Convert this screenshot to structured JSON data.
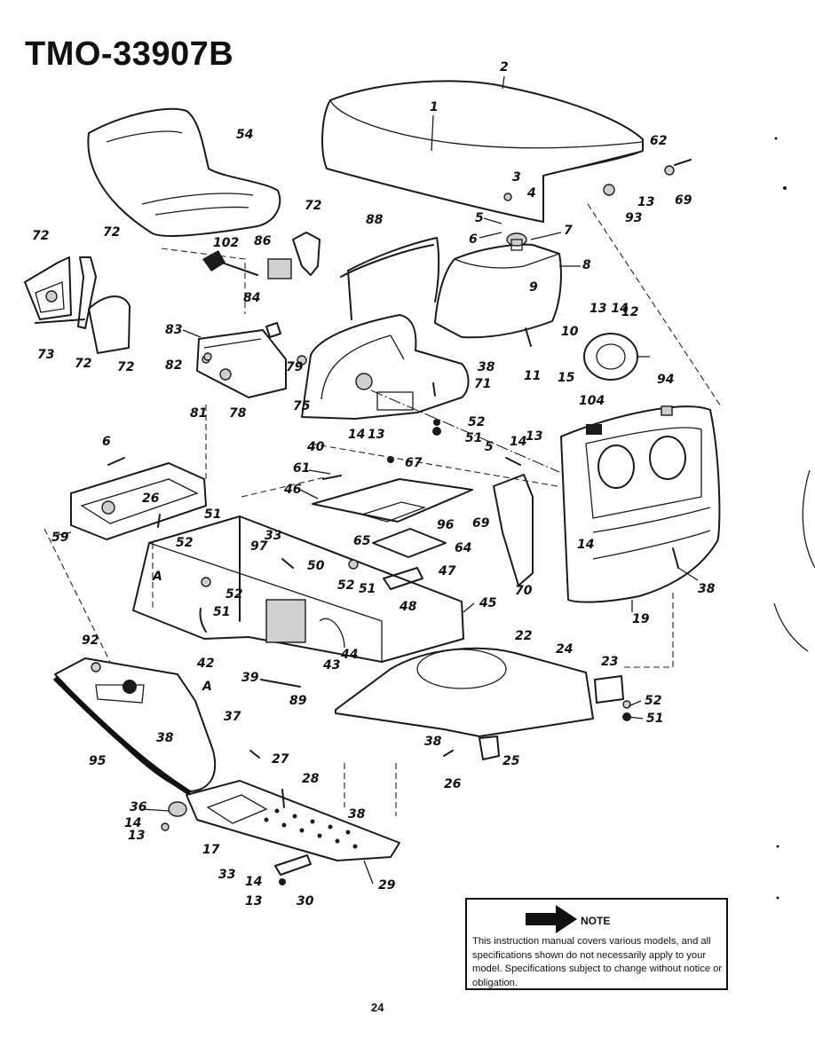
{
  "header": {
    "model": "TMO-33907B"
  },
  "note": {
    "heading": "NOTE",
    "text": "This instruction manual covers various models, and all specifications shown do not necessarily apply to your model. Specifications subject to change without notice or obligation.",
    "arrow_icon": "right-arrow-icon"
  },
  "footer": {
    "page_number": "24"
  },
  "callouts": [
    {
      "id": "c1",
      "text": "1"
    },
    {
      "id": "c2",
      "text": "2"
    },
    {
      "id": "c54",
      "text": "54"
    },
    {
      "id": "c62",
      "text": "62"
    },
    {
      "id": "c3",
      "text": "3"
    },
    {
      "id": "c4",
      "text": "4"
    },
    {
      "id": "c13a",
      "text": "13"
    },
    {
      "id": "c69a",
      "text": "69"
    },
    {
      "id": "c93",
      "text": "93"
    },
    {
      "id": "c5a",
      "text": "5"
    },
    {
      "id": "c6a",
      "text": "6"
    },
    {
      "id": "c7",
      "text": "7"
    },
    {
      "id": "c8",
      "text": "8"
    },
    {
      "id": "c9",
      "text": "9"
    },
    {
      "id": "c72a",
      "text": "72"
    },
    {
      "id": "c72b",
      "text": "72"
    },
    {
      "id": "c72c",
      "text": "72"
    },
    {
      "id": "c72d",
      "text": "72"
    },
    {
      "id": "c72e",
      "text": "72"
    },
    {
      "id": "c73",
      "text": "73"
    },
    {
      "id": "c88",
      "text": "88"
    },
    {
      "id": "c102",
      "text": "102"
    },
    {
      "id": "c86",
      "text": "86"
    },
    {
      "id": "c84",
      "text": "84"
    },
    {
      "id": "c83",
      "text": "83"
    },
    {
      "id": "c82",
      "text": "82"
    },
    {
      "id": "c81",
      "text": "81"
    },
    {
      "id": "c78",
      "text": "78"
    },
    {
      "id": "c79",
      "text": "79"
    },
    {
      "id": "c75",
      "text": "75"
    },
    {
      "id": "c40",
      "text": "40"
    },
    {
      "id": "c14a",
      "text": "14"
    },
    {
      "id": "c13b",
      "text": "13"
    },
    {
      "id": "c38a",
      "text": "38"
    },
    {
      "id": "c71",
      "text": "71"
    },
    {
      "id": "c52a",
      "text": "52"
    },
    {
      "id": "c51a",
      "text": "51"
    },
    {
      "id": "c67",
      "text": "67"
    },
    {
      "id": "c1314",
      "text": "13 14"
    },
    {
      "id": "c12",
      "text": "12"
    },
    {
      "id": "c10",
      "text": "10"
    },
    {
      "id": "c11",
      "text": "11"
    },
    {
      "id": "c15",
      "text": "15"
    },
    {
      "id": "c94",
      "text": "94"
    },
    {
      "id": "c104",
      "text": "104"
    },
    {
      "id": "c5b",
      "text": "5"
    },
    {
      "id": "c14b",
      "text": "14"
    },
    {
      "id": "c13c",
      "text": "13"
    },
    {
      "id": "c6b",
      "text": "6"
    },
    {
      "id": "c26a",
      "text": "26"
    },
    {
      "id": "c51b",
      "text": "51"
    },
    {
      "id": "c59",
      "text": "59"
    },
    {
      "id": "c52b",
      "text": "52"
    },
    {
      "id": "c33a",
      "text": "33"
    },
    {
      "id": "c97",
      "text": "97"
    },
    {
      "id": "c50",
      "text": "50"
    },
    {
      "id": "cA1",
      "text": "A"
    },
    {
      "id": "c52c",
      "text": "52"
    },
    {
      "id": "c51c",
      "text": "51"
    },
    {
      "id": "c61",
      "text": "61"
    },
    {
      "id": "c46",
      "text": "46"
    },
    {
      "id": "c96",
      "text": "96"
    },
    {
      "id": "c65",
      "text": "65"
    },
    {
      "id": "c64",
      "text": "64"
    },
    {
      "id": "c52d",
      "text": "52"
    },
    {
      "id": "c51d",
      "text": "51"
    },
    {
      "id": "c47",
      "text": "47"
    },
    {
      "id": "c48",
      "text": "48"
    },
    {
      "id": "c45",
      "text": "45"
    },
    {
      "id": "c69b",
      "text": "69"
    },
    {
      "id": "c70",
      "text": "70"
    },
    {
      "id": "c14c",
      "text": "14"
    },
    {
      "id": "c38b",
      "text": "38"
    },
    {
      "id": "c19",
      "text": "19"
    },
    {
      "id": "c92",
      "text": "92"
    },
    {
      "id": "c42",
      "text": "42"
    },
    {
      "id": "c44",
      "text": "44"
    },
    {
      "id": "c43",
      "text": "43"
    },
    {
      "id": "c39",
      "text": "39"
    },
    {
      "id": "c89",
      "text": "89"
    },
    {
      "id": "cA2",
      "text": "A"
    },
    {
      "id": "c22",
      "text": "22"
    },
    {
      "id": "c24",
      "text": "24"
    },
    {
      "id": "c23",
      "text": "23"
    },
    {
      "id": "c52e",
      "text": "52"
    },
    {
      "id": "c51e",
      "text": "51"
    },
    {
      "id": "c38c",
      "text": "38"
    },
    {
      "id": "c37",
      "text": "37"
    },
    {
      "id": "c95",
      "text": "95"
    },
    {
      "id": "c27",
      "text": "27"
    },
    {
      "id": "c38d",
      "text": "38"
    },
    {
      "id": "c26b",
      "text": "26"
    },
    {
      "id": "c25",
      "text": "25"
    },
    {
      "id": "c28",
      "text": "28"
    },
    {
      "id": "c36",
      "text": "36"
    },
    {
      "id": "c14d",
      "text": "14"
    },
    {
      "id": "c13d",
      "text": "13"
    },
    {
      "id": "c38e",
      "text": "38"
    },
    {
      "id": "c17",
      "text": "17"
    },
    {
      "id": "c33b",
      "text": "33"
    },
    {
      "id": "c14e",
      "text": "14"
    },
    {
      "id": "c13e",
      "text": "13"
    },
    {
      "id": "c30",
      "text": "30"
    },
    {
      "id": "c29",
      "text": "29"
    }
  ]
}
